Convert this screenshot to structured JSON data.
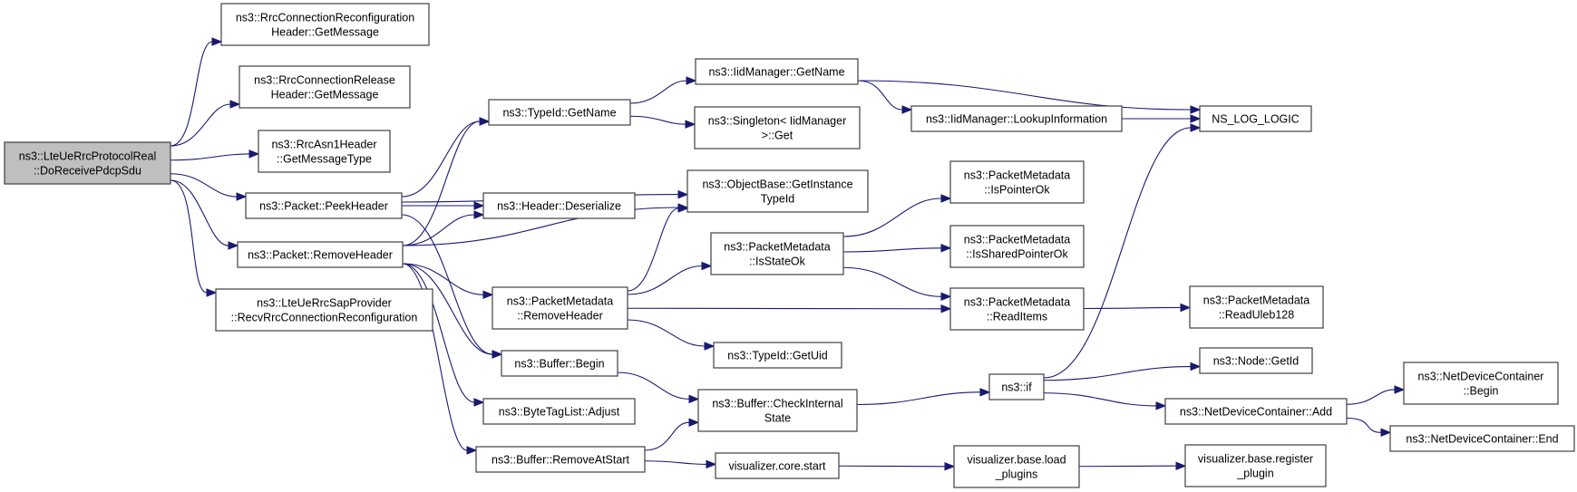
{
  "diagram": {
    "type": "call-graph",
    "colors": {
      "edge": "#191970",
      "root_fill": "#bfbfbf",
      "node_border": "#404040"
    },
    "nodes": [
      {
        "id": "root",
        "lines": [
          "ns3::LteUeRrcProtocolReal",
          "::DoReceivePdcpSdu"
        ],
        "root": true
      },
      {
        "id": "rrcReconfGetMsg",
        "lines": [
          "ns3::RrcConnectionReconfiguration",
          "Header::GetMessage"
        ]
      },
      {
        "id": "rrcReleaseGetMsg",
        "lines": [
          "ns3::RrcConnectionRelease",
          "Header::GetMessage"
        ]
      },
      {
        "id": "rrcAsn1GetMsgType",
        "lines": [
          "ns3::RrcAsn1Header",
          "::GetMessageType"
        ]
      },
      {
        "id": "peekHeader",
        "lines": [
          "ns3::Packet::PeekHeader"
        ]
      },
      {
        "id": "removeHeader",
        "lines": [
          "ns3::Packet::RemoveHeader"
        ]
      },
      {
        "id": "recvRrcConnReconf",
        "lines": [
          "ns3::LteUeRrcSapProvider",
          "::RecvRrcConnectionReconfiguration"
        ]
      },
      {
        "id": "typeIdGetName",
        "lines": [
          "ns3::TypeId::GetName"
        ]
      },
      {
        "id": "headerDeserialize",
        "lines": [
          "ns3::Header::Deserialize"
        ]
      },
      {
        "id": "pmRemoveHeader",
        "lines": [
          "ns3::PacketMetadata",
          "::RemoveHeader"
        ]
      },
      {
        "id": "bufferBegin",
        "lines": [
          "ns3::Buffer::Begin"
        ]
      },
      {
        "id": "byteTagListAdjust",
        "lines": [
          "ns3::ByteTagList::Adjust"
        ]
      },
      {
        "id": "bufferRemoveAtStart",
        "lines": [
          "ns3::Buffer::RemoveAtStart"
        ]
      },
      {
        "id": "iidMgrGetName",
        "lines": [
          "ns3::IidManager::GetName"
        ]
      },
      {
        "id": "singletonGet",
        "lines": [
          "ns3::Singleton< IidManager",
          ">::Get"
        ]
      },
      {
        "id": "objectBaseGetInstanceTypeId",
        "lines": [
          "ns3::ObjectBase::GetInstance",
          "TypeId"
        ]
      },
      {
        "id": "pmIsStateOk",
        "lines": [
          "ns3::PacketMetadata",
          "::IsStateOk"
        ]
      },
      {
        "id": "typeIdGetUid",
        "lines": [
          "ns3::TypeId::GetUid"
        ]
      },
      {
        "id": "bufferCheckInternalState",
        "lines": [
          "ns3::Buffer::CheckInternal",
          "State"
        ]
      },
      {
        "id": "visualizerCoreStart",
        "lines": [
          "visualizer.core.start"
        ]
      },
      {
        "id": "iidMgrLookupInfo",
        "lines": [
          "ns3::IidManager::LookupInformation"
        ]
      },
      {
        "id": "pmIsPointerOk",
        "lines": [
          "ns3::PacketMetadata",
          "::IsPointerOk"
        ]
      },
      {
        "id": "pmIsSharedPointerOk",
        "lines": [
          "ns3::PacketMetadata",
          "::IsSharedPointerOk"
        ]
      },
      {
        "id": "pmReadItems",
        "lines": [
          "ns3::PacketMetadata",
          "::ReadItems"
        ]
      },
      {
        "id": "ns3if",
        "lines": [
          "ns3::if"
        ]
      },
      {
        "id": "visualizerLoadPlugins",
        "lines": [
          "visualizer.base.load",
          "_plugins"
        ]
      },
      {
        "id": "nsLogLogic",
        "lines": [
          "NS_LOG_LOGIC"
        ]
      },
      {
        "id": "pmReadUleb128",
        "lines": [
          "ns3::PacketMetadata",
          "::ReadUleb128"
        ]
      },
      {
        "id": "nodeGetId",
        "lines": [
          "ns3::Node::GetId"
        ]
      },
      {
        "id": "ndcAdd",
        "lines": [
          "ns3::NetDeviceContainer::Add"
        ]
      },
      {
        "id": "visualizerRegisterPlugin",
        "lines": [
          "visualizer.base.register",
          "_plugin"
        ]
      },
      {
        "id": "ndcBegin",
        "lines": [
          "ns3::NetDeviceContainer",
          "::Begin"
        ]
      },
      {
        "id": "ndcEnd",
        "lines": [
          "ns3::NetDeviceContainer::End"
        ]
      }
    ],
    "edges": [
      [
        "root",
        "rrcReconfGetMsg"
      ],
      [
        "root",
        "rrcReleaseGetMsg"
      ],
      [
        "root",
        "rrcAsn1GetMsgType"
      ],
      [
        "root",
        "peekHeader"
      ],
      [
        "root",
        "removeHeader"
      ],
      [
        "root",
        "recvRrcConnReconf"
      ],
      [
        "peekHeader",
        "typeIdGetName"
      ],
      [
        "peekHeader",
        "objectBaseGetInstanceTypeId"
      ],
      [
        "peekHeader",
        "headerDeserialize"
      ],
      [
        "peekHeader",
        "bufferBegin"
      ],
      [
        "removeHeader",
        "typeIdGetName"
      ],
      [
        "removeHeader",
        "headerDeserialize"
      ],
      [
        "removeHeader",
        "objectBaseGetInstanceTypeId"
      ],
      [
        "removeHeader",
        "pmRemoveHeader"
      ],
      [
        "removeHeader",
        "bufferBegin"
      ],
      [
        "removeHeader",
        "byteTagListAdjust"
      ],
      [
        "removeHeader",
        "bufferRemoveAtStart"
      ],
      [
        "typeIdGetName",
        "iidMgrGetName"
      ],
      [
        "typeIdGetName",
        "singletonGet"
      ],
      [
        "iidMgrGetName",
        "iidMgrLookupInfo"
      ],
      [
        "iidMgrGetName",
        "nsLogLogic"
      ],
      [
        "iidMgrLookupInfo",
        "nsLogLogic"
      ],
      [
        "pmRemoveHeader",
        "objectBaseGetInstanceTypeId"
      ],
      [
        "pmRemoveHeader",
        "pmIsStateOk"
      ],
      [
        "pmRemoveHeader",
        "pmReadItems"
      ],
      [
        "pmRemoveHeader",
        "typeIdGetUid"
      ],
      [
        "pmIsStateOk",
        "pmIsPointerOk"
      ],
      [
        "pmIsStateOk",
        "pmIsSharedPointerOk"
      ],
      [
        "pmIsStateOk",
        "pmReadItems"
      ],
      [
        "pmReadItems",
        "pmReadUleb128"
      ],
      [
        "bufferBegin",
        "bufferCheckInternalState"
      ],
      [
        "bufferRemoveAtStart",
        "bufferCheckInternalState"
      ],
      [
        "bufferRemoveAtStart",
        "visualizerCoreStart"
      ],
      [
        "bufferCheckInternalState",
        "ns3if"
      ],
      [
        "ns3if",
        "nsLogLogic"
      ],
      [
        "ns3if",
        "nodeGetId"
      ],
      [
        "ns3if",
        "ndcAdd"
      ],
      [
        "ndcAdd",
        "ndcBegin"
      ],
      [
        "ndcAdd",
        "ndcEnd"
      ],
      [
        "visualizerCoreStart",
        "visualizerLoadPlugins"
      ],
      [
        "visualizerLoadPlugins",
        "visualizerRegisterPlugin"
      ]
    ]
  }
}
